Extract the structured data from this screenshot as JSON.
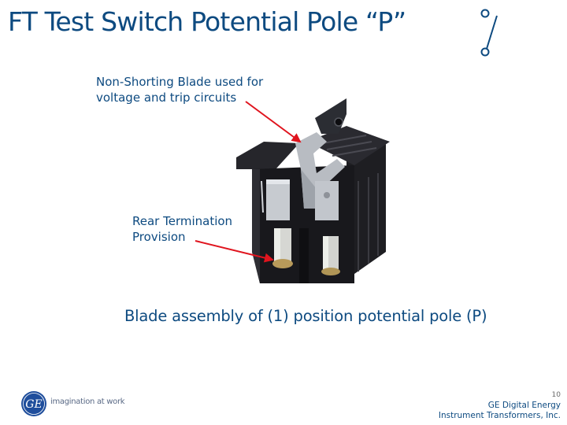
{
  "slide": {
    "title": "FT Test Switch Potential Pole “P”",
    "title_icon": "open-switch-icon",
    "callouts": [
      {
        "lines": [
          "Non-Shorting Blade used for",
          "voltage and trip circuits"
        ]
      },
      {
        "lines": [
          "Rear Termination",
          "Provision"
        ]
      }
    ],
    "caption": "Blade assembly of (1) position potential pole (P)",
    "image": "FT test switch potential pole blade assembly photo"
  },
  "footer": {
    "logo": "ge-monogram-logo",
    "tagline": "imagination at work",
    "page_number": "10",
    "company_line1": "GE Digital Energy",
    "company_line2": "Instrument Transformers, Inc."
  },
  "colors": {
    "text_blue": "#0d4a80",
    "arrow_red": "#e0141e",
    "logo_blue": "#1f4e9c"
  }
}
